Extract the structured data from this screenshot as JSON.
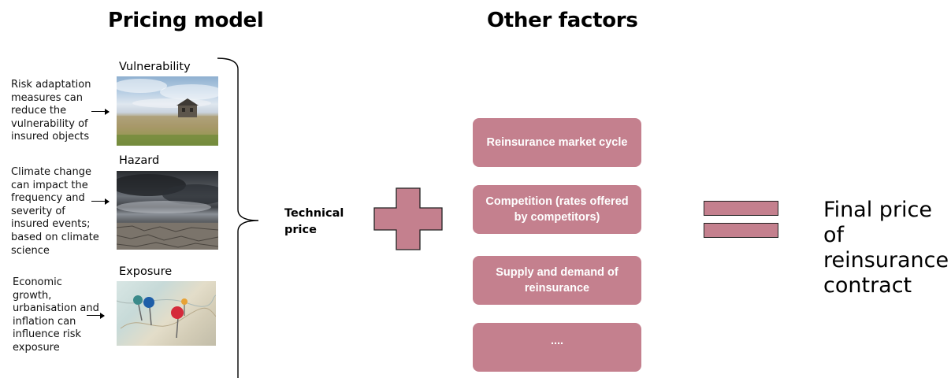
{
  "headings": {
    "left": "Pricing model",
    "right": "Other factors"
  },
  "components": [
    {
      "caption": "Vulnerability",
      "description": "Risk adaptation measures can reduce the vulnerability of insured objects",
      "image": "farmhouse-photo"
    },
    {
      "caption": "Hazard",
      "description": "Climate change can impact the frequency and severity of insured events; based on climate science",
      "image": "storm-clouds-photo"
    },
    {
      "caption": "Exposure",
      "description": "Economic growth, urbanisation and inflation can influence risk exposure",
      "image": "map-pins-photo"
    }
  ],
  "technical_price": "Technical price",
  "factors": [
    "Reinsurance market cycle",
    "Competition (rates offered by competitors)",
    "Supply and demand of reinsurance",
    "...."
  ],
  "result": "Final price of reinsurance contract",
  "colors": {
    "accent": "#c4808e",
    "text": "#000000"
  }
}
